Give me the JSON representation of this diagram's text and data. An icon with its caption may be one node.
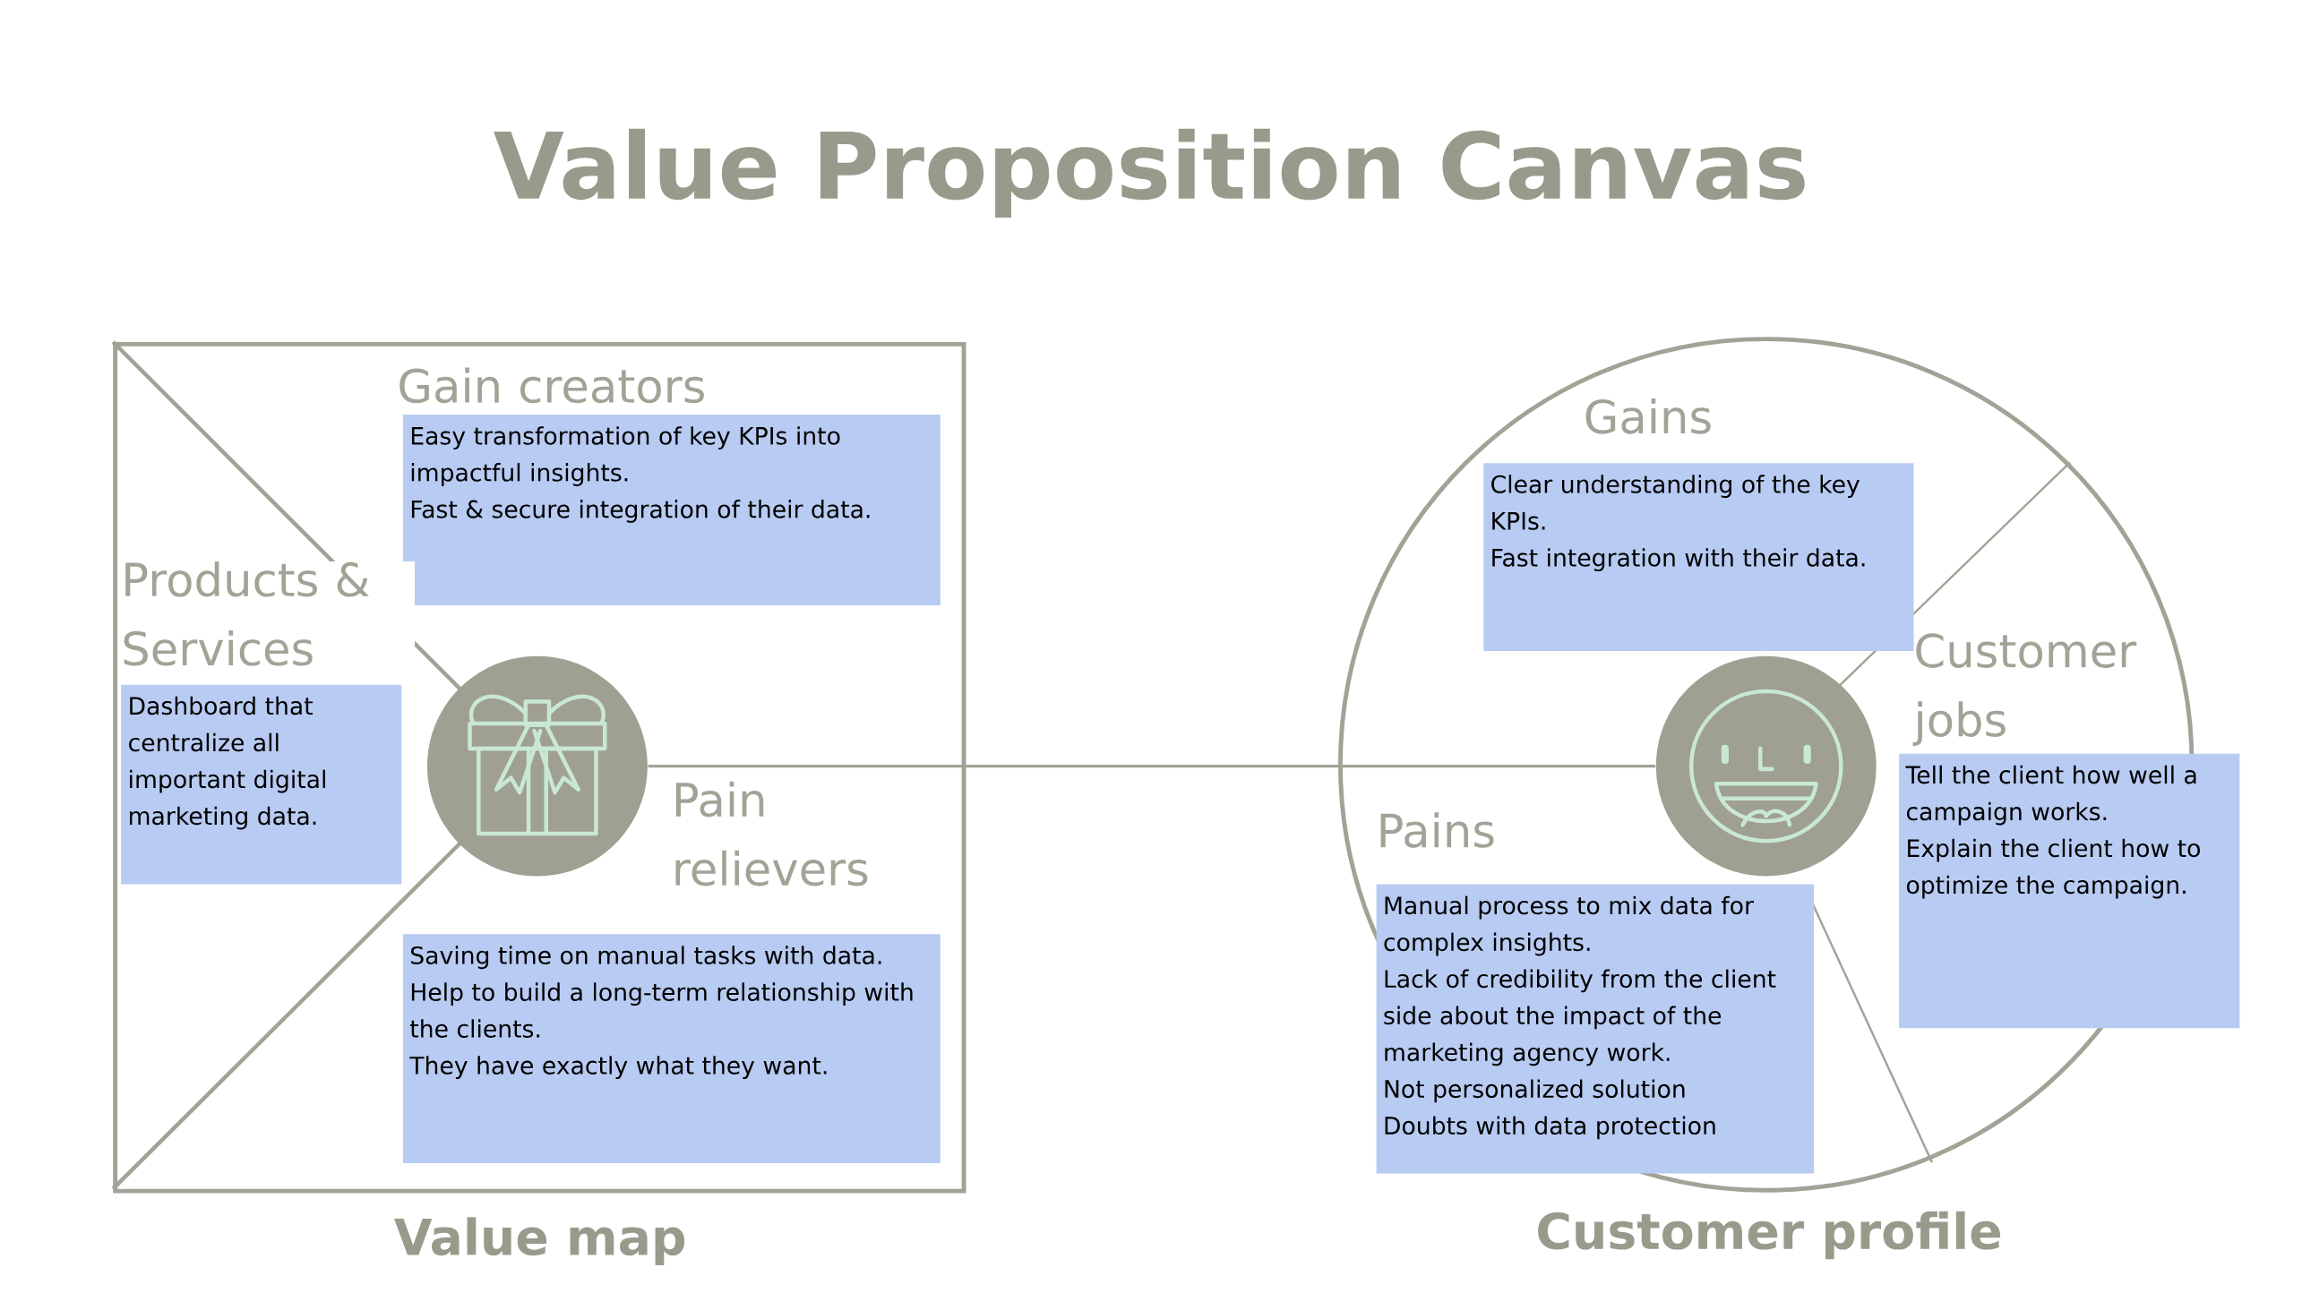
{
  "diagram": {
    "title": "Value Proposition Canvas",
    "nodes": [
      {
        "text": [
          "Value map"
        ]
      },
      {
        "text": [
          "Gain creators",
          "Easy transformation of key KPIs into impactful insights.",
          "Fast & secure integration of their data."
        ],
        "in": 0
      },
      {
        "text": [
          "Products & Services",
          "Dashboard that centralize all important digital marketing data."
        ],
        "in": 0
      },
      {
        "text": [],
        "shape": "circle",
        "in": 0
      },
      {
        "text": [
          "Pain relievers",
          "Saving time on manual tasks with data.",
          "Help to build a long-term relationship with the clients.",
          "They have exactly what they want."
        ],
        "in": 0
      },
      {
        "text": [
          "Customer profile"
        ]
      },
      {
        "text": [
          "Gains",
          "Clear understanding of the key KPIs.",
          "Fast integration with their data."
        ],
        "in": 5
      },
      {
        "text": [],
        "shape": "circle",
        "in": 5
      },
      {
        "text": [
          "Customer jobs",
          "Tell the client how well a campaign works.",
          "Explain the client how to optimize the campaign."
        ],
        "in": 5
      },
      {
        "text": [
          "Pains",
          "Manual process to mix data for complex insights.",
          "Lack of credibility from the client side about the impact of the marketing agency work.",
          "Not personalized solution",
          "Doubts with data protection"
        ],
        "in": 5
      }
    ],
    "edges": [
      {
        "from": 3,
        "to": 7,
        "arrow": "none"
      }
    ]
  }
}
